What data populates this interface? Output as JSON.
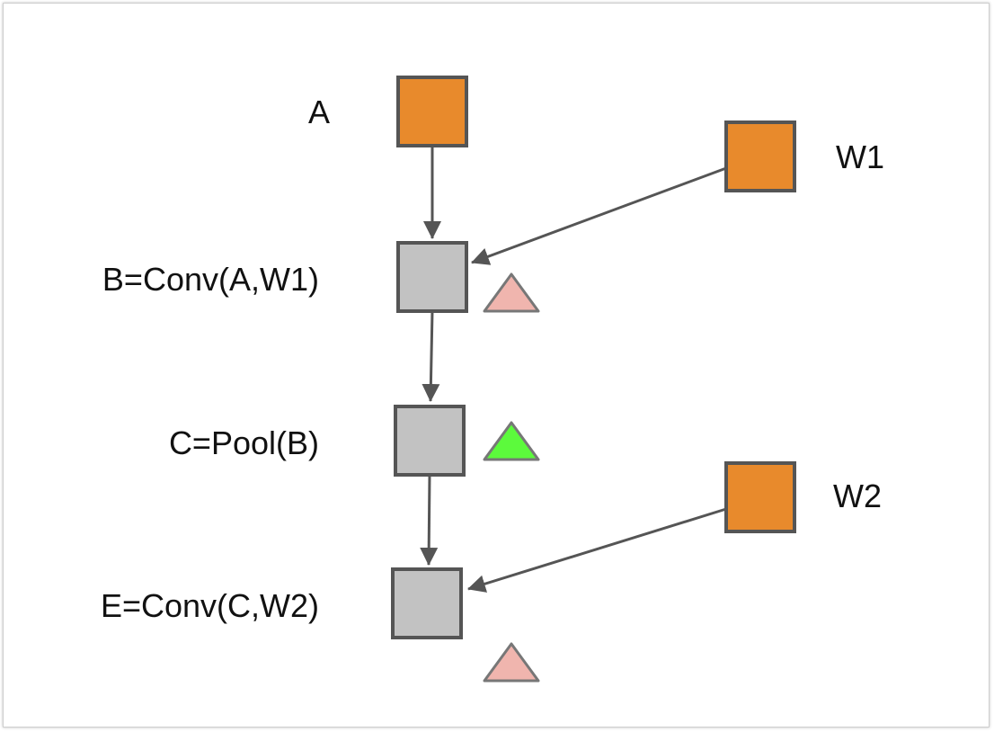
{
  "colors": {
    "input_node": "#E88A2C",
    "computed_node": "#C2C2C2",
    "node_stroke": "#555555",
    "edge": "#555555",
    "triangle_pink": "#F0B5AE",
    "triangle_green": "#5CFA3C",
    "triangle_stroke": "#777777"
  },
  "nodes": [
    {
      "id": "A",
      "label": "A",
      "kind": "input"
    },
    {
      "id": "W1",
      "label": "W1",
      "kind": "input"
    },
    {
      "id": "B",
      "label": "B=Conv(A,W1)",
      "kind": "computed"
    },
    {
      "id": "C",
      "label": "C=Pool(B)",
      "kind": "computed"
    },
    {
      "id": "W2",
      "label": "W2",
      "kind": "input"
    },
    {
      "id": "E",
      "label": "E=Conv(C,W2)",
      "kind": "computed"
    }
  ],
  "edges": [
    {
      "from": "A",
      "to": "B"
    },
    {
      "from": "W1",
      "to": "B"
    },
    {
      "from": "B",
      "to": "C"
    },
    {
      "from": "C",
      "to": "E"
    },
    {
      "from": "W2",
      "to": "E"
    }
  ],
  "markers": [
    {
      "node": "B",
      "color": "pink"
    },
    {
      "node": "C",
      "color": "green"
    },
    {
      "node": "E",
      "color": "pink"
    }
  ]
}
